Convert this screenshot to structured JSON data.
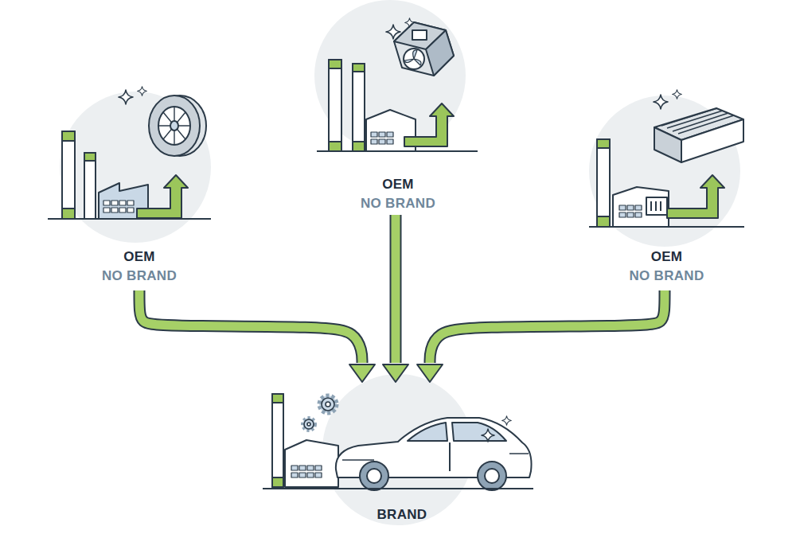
{
  "diagram": {
    "nodes": [
      {
        "text": [
          "OEM",
          "NO BRAND"
        ]
      },
      {
        "text": [
          "OEM",
          "NO BRAND"
        ]
      },
      {
        "text": [
          "OEM",
          "NO BRAND"
        ]
      },
      {
        "text": [
          "BRAND"
        ]
      }
    ],
    "edges": [
      {
        "from": 0,
        "to": 3,
        "arrow": "to"
      },
      {
        "from": 1,
        "to": 3,
        "arrow": "to"
      },
      {
        "from": 2,
        "to": 3,
        "arrow": "to"
      }
    ]
  }
}
